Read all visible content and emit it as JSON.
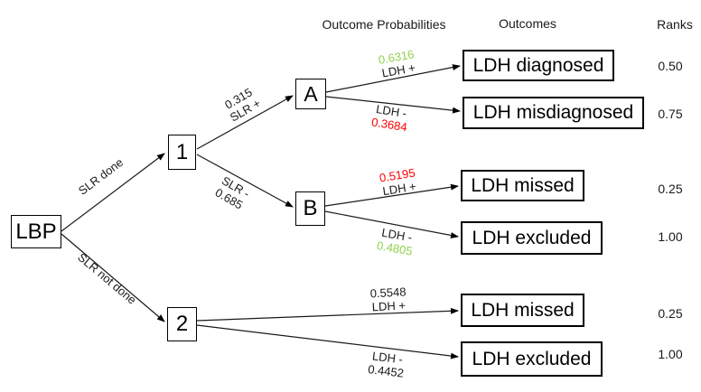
{
  "headers": {
    "probabilities": "Outcome Probabilities",
    "outcomes": "Outcomes",
    "ranks": "Ranks"
  },
  "colors": {
    "favorable_probability": "#92D050",
    "unfavorable_probability": "#FF0000",
    "line": "#1a1a1a",
    "text": "#000000",
    "background": "#ffffff"
  },
  "nodes": {
    "root": "LBP",
    "n1": "1",
    "n2": "2",
    "a": "A",
    "b": "B"
  },
  "branches": {
    "slr_done": "SLR done",
    "slr_not_done": "SLR not done",
    "n1_a": {
      "prob": "0.315",
      "label": "SLR +"
    },
    "n1_b": {
      "label": "SLR -",
      "prob": "0.685"
    },
    "a_pos": {
      "prob": "0.6316",
      "label": "LDH +"
    },
    "a_neg": {
      "label": "LDH -",
      "prob": "0.3684"
    },
    "b_pos": {
      "prob": "0.5195",
      "label": "LDH +"
    },
    "b_neg": {
      "label": "LDH -",
      "prob": "0.4805"
    },
    "n2_pos": {
      "prob": "0.5548",
      "label": "LDH +"
    },
    "n2_neg": {
      "label": "LDH -",
      "prob": "0.4452"
    }
  },
  "outcomes": [
    {
      "label": "LDH diagnosed",
      "rank": "0.50"
    },
    {
      "label": "LDH misdiagnosed",
      "rank": "0.75"
    },
    {
      "label": "LDH missed",
      "rank": "0.25"
    },
    {
      "label": "LDH excluded",
      "rank": "1.00"
    },
    {
      "label": "LDH missed",
      "rank": "0.25"
    },
    {
      "label": "LDH excluded",
      "rank": "1.00"
    }
  ]
}
